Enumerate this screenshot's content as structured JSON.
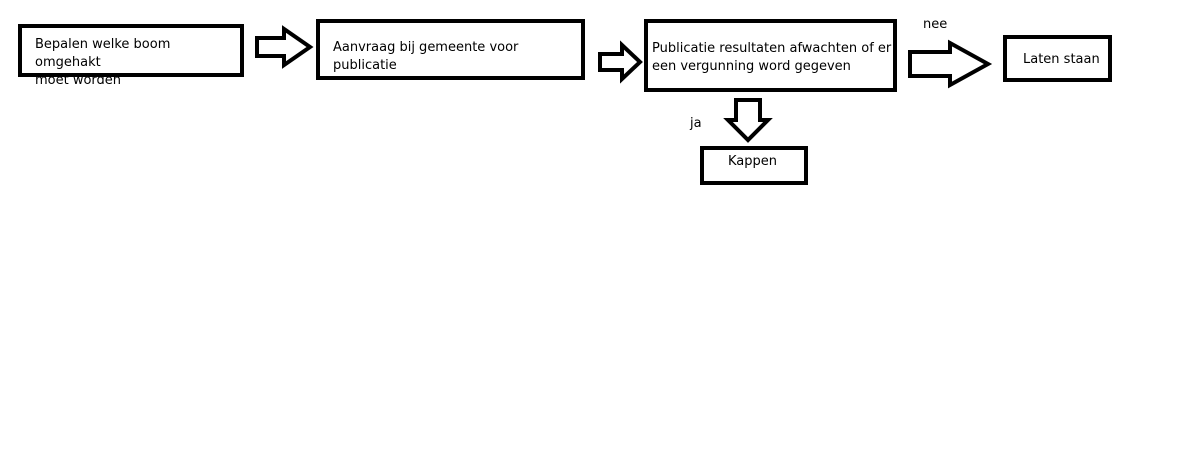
{
  "nodes": [
    {
      "id": "bepalen",
      "text": [
        "Bepalen welke boom omgehakt",
        "moet worden"
      ]
    },
    {
      "id": "aanvraag",
      "text": [
        "Aanvraag bij gemeente voor publicatie"
      ]
    },
    {
      "id": "publicatie",
      "text": [
        "Publicatie resultaten afwachten of er",
        "een vergunning word gegeven"
      ]
    },
    {
      "id": "laten-staan",
      "text": [
        "Laten staan"
      ]
    },
    {
      "id": "kappen",
      "text": [
        "Kappen"
      ]
    }
  ],
  "edges": [
    {
      "from": "bepalen",
      "to": "aanvraag",
      "label": ""
    },
    {
      "from": "aanvraag",
      "to": "publicatie",
      "label": ""
    },
    {
      "from": "publicatie",
      "to": "laten-staan",
      "label": "nee"
    },
    {
      "from": "publicatie",
      "to": "kappen",
      "label": "ja"
    }
  ],
  "colors": {
    "stroke": "#000000",
    "background": "#ffffff"
  }
}
